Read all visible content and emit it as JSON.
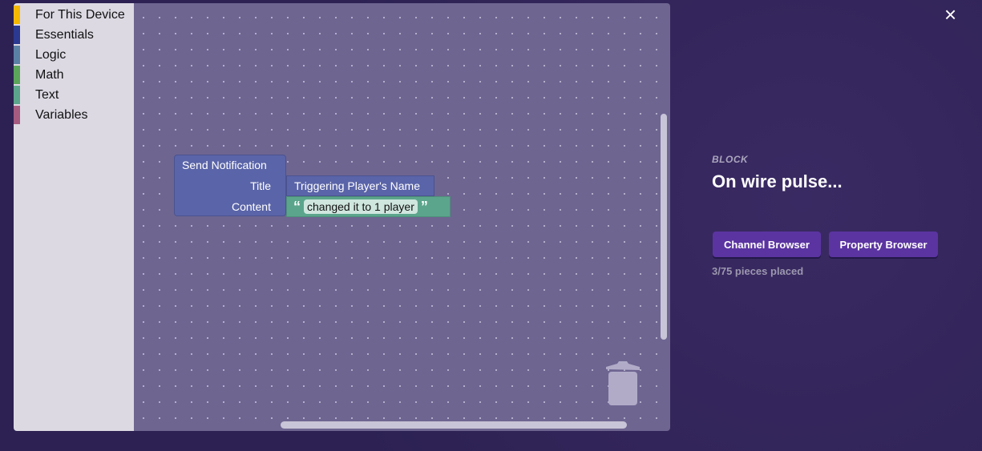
{
  "toolbox": {
    "categories": [
      {
        "label": "For This Device",
        "color": "#f5b800"
      },
      {
        "label": "Essentials",
        "color": "#2b3990"
      },
      {
        "label": "Logic",
        "color": "#5b80a5"
      },
      {
        "label": "Math",
        "color": "#5ba55b"
      },
      {
        "label": "Text",
        "color": "#5ba58c"
      },
      {
        "label": "Variables",
        "color": "#a55b80"
      }
    ]
  },
  "block": {
    "name": "Send Notification",
    "title_label": "Title",
    "content_label": "Content",
    "title_value": "Triggering Player's Name",
    "content_value": "changed it to 1 player",
    "open_quote": "“",
    "close_quote": "”"
  },
  "panel": {
    "type_label": "BLOCK",
    "title": "On wire pulse...",
    "channel_button": "Channel Browser",
    "property_button": "Property Browser",
    "pieces": "3/75 pieces placed"
  },
  "close_icon": "×"
}
